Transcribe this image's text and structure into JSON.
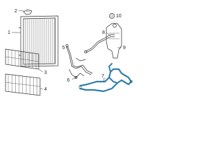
{
  "diagram": {
    "callouts": [
      {
        "id": "1",
        "text": "1"
      },
      {
        "id": "2",
        "text": "2"
      },
      {
        "id": "3",
        "text": "3"
      },
      {
        "id": "4",
        "text": "4"
      },
      {
        "id": "5",
        "text": "5"
      },
      {
        "id": "6",
        "text": "6"
      },
      {
        "id": "7",
        "text": "7"
      },
      {
        "id": "8",
        "text": "8"
      },
      {
        "id": "9",
        "text": "9"
      },
      {
        "id": "10",
        "text": "10"
      }
    ],
    "colors": {
      "line": "#2a2a2a",
      "highlight_hose": "#2f7fa6",
      "background": "#ffffff"
    }
  }
}
